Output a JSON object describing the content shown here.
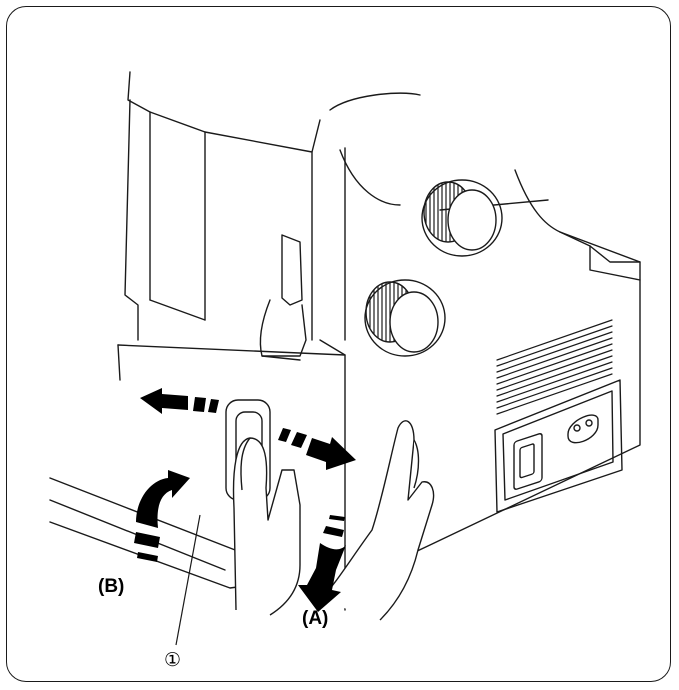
{
  "labels": {
    "direction_a": "(A)",
    "direction_b": "(B)",
    "part_number": "①"
  },
  "colors": {
    "line": "#1a1a1a",
    "arrow": "#000000",
    "background": "#ffffff"
  },
  "icons": {
    "switch": "power-switch-icon",
    "socket": "power-socket-icon",
    "dial_upper": "dial-icon",
    "dial_lower": "dial-icon"
  }
}
